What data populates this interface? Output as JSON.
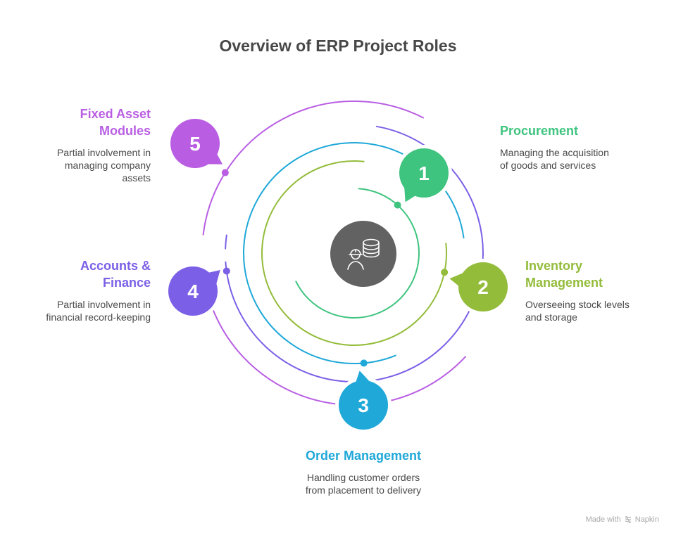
{
  "title": "Overview of ERP Project Roles",
  "center_icon": "engineer-database-icon",
  "steps": [
    {
      "number": "1",
      "heading": "Procurement",
      "heading_lines": [
        "Procurement"
      ],
      "description_lines": [
        "Managing the acquisition",
        "of goods and services"
      ],
      "color": "#3fc47f"
    },
    {
      "number": "2",
      "heading": "Inventory Management",
      "heading_lines": [
        "Inventory",
        "Management"
      ],
      "description_lines": [
        "Overseeing stock levels",
        "and storage"
      ],
      "color": "#93bc3a"
    },
    {
      "number": "3",
      "heading": "Order Management",
      "heading_lines": [
        "Order Management"
      ],
      "description_lines": [
        "Handling customer orders",
        "from placement to delivery"
      ],
      "color": "#1fa8d8"
    },
    {
      "number": "4",
      "heading": "Accounts & Finance",
      "heading_lines": [
        "Accounts &",
        "Finance"
      ],
      "description_lines": [
        "Partial involvement in",
        "financial record-keeping"
      ],
      "color": "#7b5fe6"
    },
    {
      "number": "5",
      "heading": "Fixed Asset Modules",
      "heading_lines": [
        "Fixed Asset",
        "Modules"
      ],
      "description_lines": [
        "Partial involvement in",
        "managing company",
        "assets"
      ],
      "color": "#b95ee3"
    }
  ],
  "center_color": "#626262",
  "text_color": "#4a4a4a",
  "footer": {
    "prefix": "Made with",
    "brand": "Napkin",
    "icon": "napkin-logo-icon"
  }
}
